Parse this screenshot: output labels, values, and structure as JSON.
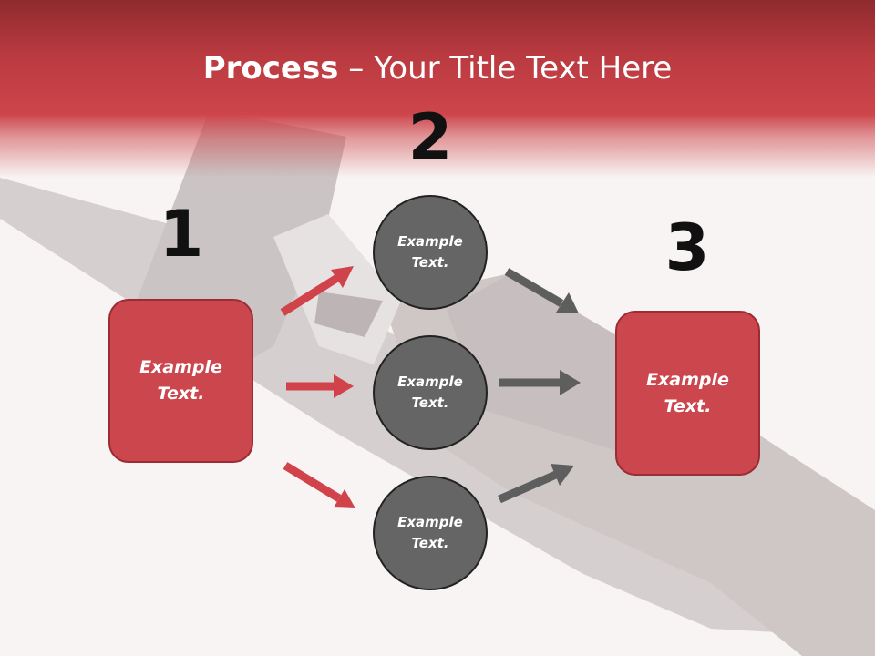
{
  "title": {
    "bold": "Process",
    "rest": " – Your Title Text Here"
  },
  "steps": {
    "one": "1",
    "two": "2",
    "three": "3"
  },
  "boxes": {
    "left": "Example\nText.",
    "right": "Example\nText."
  },
  "circles": [
    "Example\nText.",
    "Example\nText.",
    "Example\nText."
  ],
  "colors": {
    "header": "#c9434a",
    "box": "#cc464d",
    "circle": "#656565",
    "red_arrow": "#d1434a",
    "gray_arrow": "#5e5e5e"
  }
}
